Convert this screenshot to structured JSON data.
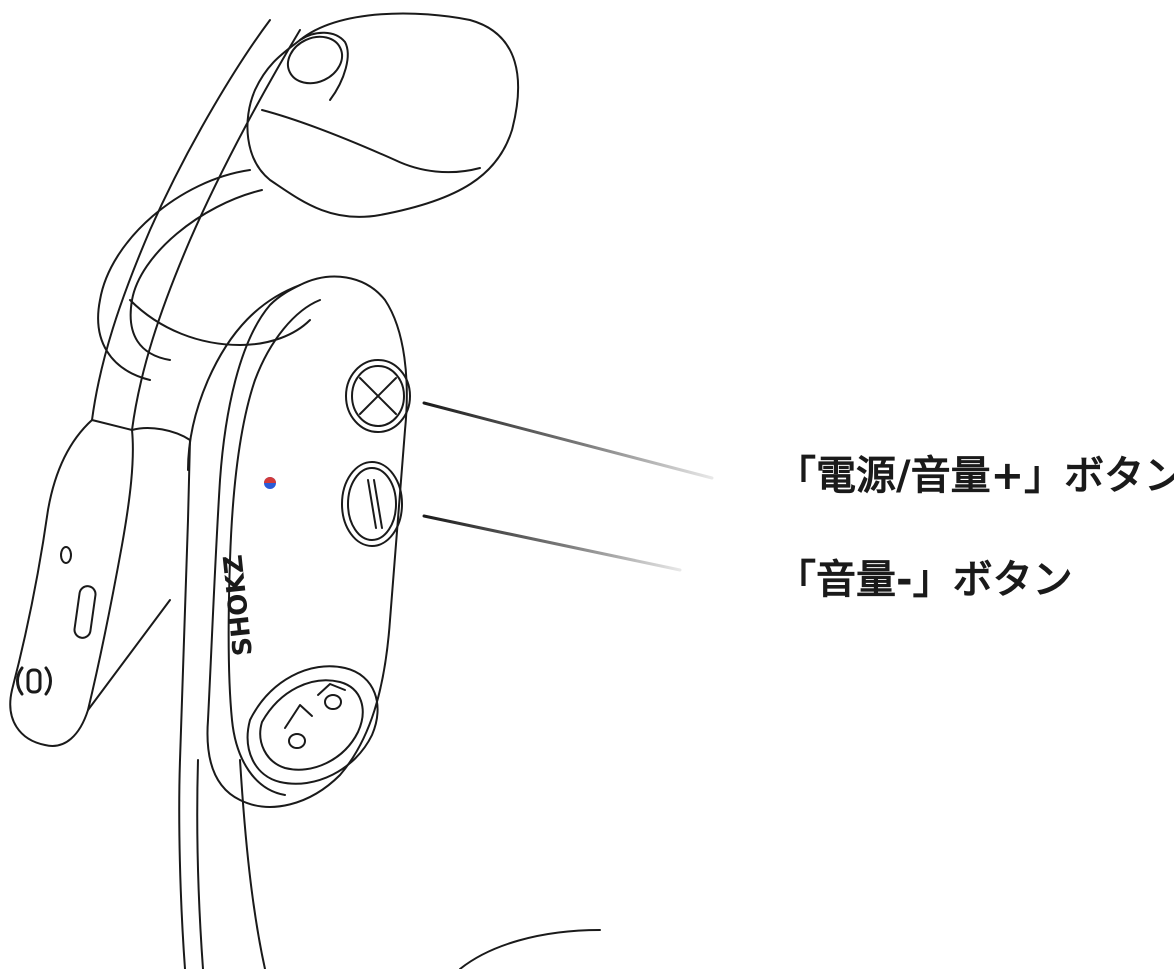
{
  "colors": {
    "line": "#1a1a1a",
    "indicator_top": "#d23a3a",
    "indicator_bottom": "#2a5bd7",
    "background": "#ffffff"
  },
  "device": {
    "logo_text": "SHOKZ",
    "side_icon": "multifunction-button-icon"
  },
  "callouts": {
    "power_volume_up": "「電源/音量+」ボタン",
    "volume_down": "「音量-」ボタン"
  }
}
